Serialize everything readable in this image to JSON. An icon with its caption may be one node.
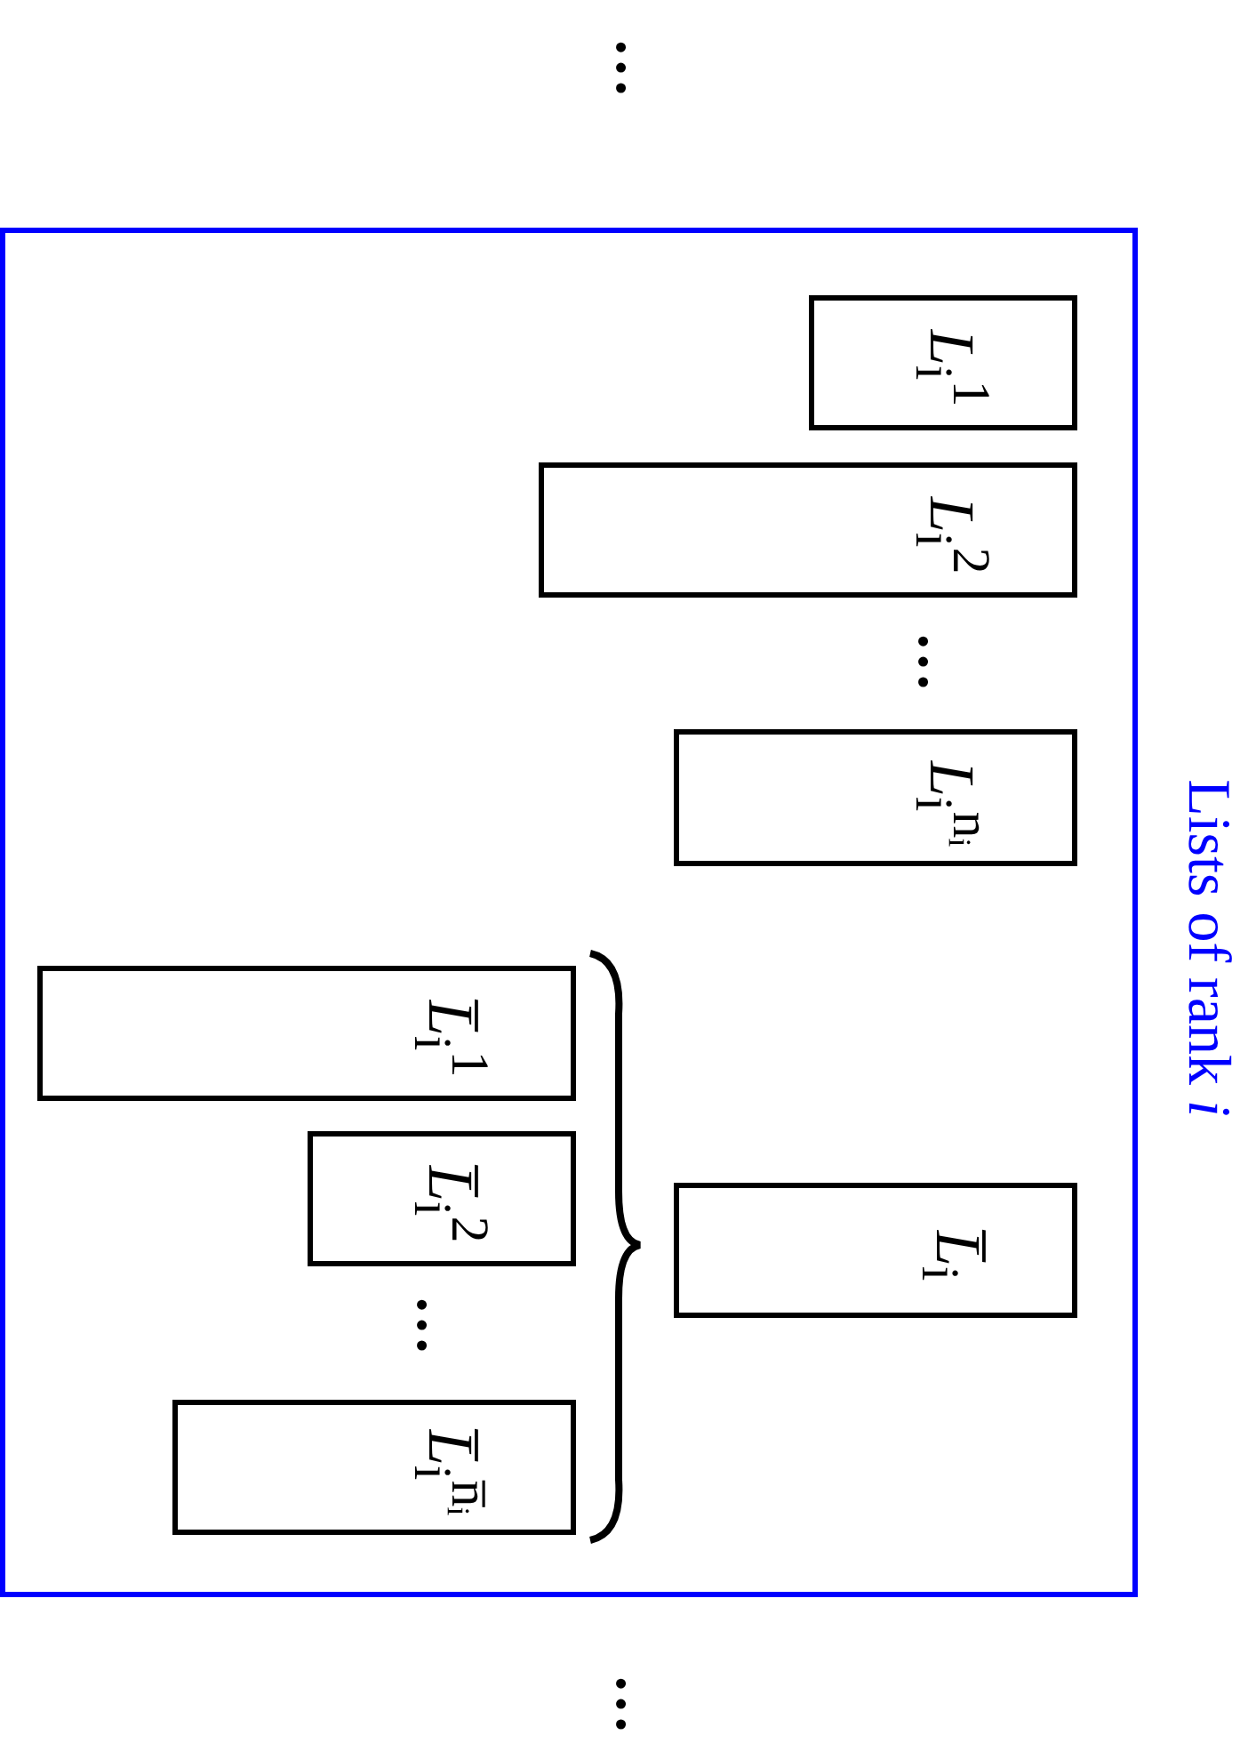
{
  "diagram": {
    "nodes": [
      {
        "text": [
          "Lists of rank *i*"
        ]
      },
      {
        "text": [
          "*L*$_{i}$$^{1}$"
        ],
        "in": 0
      },
      {
        "text": [
          "*L*$_{i}$$^{2}$"
        ],
        "in": 0
      },
      {
        "text": [
          "*L*$_{i}$$^{nᵢ}$"
        ],
        "in": 0
      },
      {
        "text": [
          "*L̅*$_{i}$"
        ],
        "in": 0
      },
      {
        "text": [
          "*L̅*$_{i}$$^{1}$"
        ],
        "in": 0
      },
      {
        "text": [
          "*L̅*$_{i}$$^{2}$"
        ],
        "in": 0
      },
      {
        "text": [
          "*L̅*$_{i}$$^{n̅ᵢ}$"
        ],
        "in": 0
      }
    ],
    "edges": [],
    "labels": [
      "…",
      "…",
      "…",
      "…"
    ]
  }
}
